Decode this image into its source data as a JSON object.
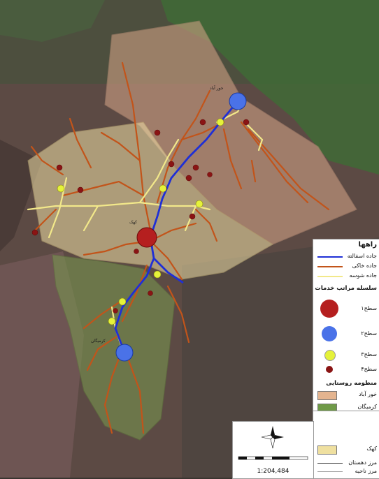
{
  "legend": {
    "roads_title": "راهها",
    "road_asphalt": "جاده اسفالته",
    "road_dirt": "جاده خاکی",
    "road_gravel": "جاده شوسه",
    "services_title": "سلسله مراتب خدمات",
    "level1": "سطح۱",
    "level2": "سطح۲",
    "level3": "سطح۳",
    "level4": "سطح۴",
    "regions_title": "منظومه روستایی",
    "region1": "خور آباد",
    "region2": "کرمیگان",
    "region3": "کهک",
    "boundary1": "مرز دهستان",
    "boundary2": "مرز ناحیه"
  },
  "scale": "1:204,484",
  "labels": {
    "north_village": "جور آباد",
    "center_village": "کهک",
    "south_village": "کرمیگان"
  },
  "colors": {
    "asphalt": "#1f2fd6",
    "dirt": "#c2541a",
    "gravel": "#f2e88a",
    "level1": "#b51f1f",
    "level2": "#4a72e8",
    "level3": "#e5f23a",
    "level4": "#8a1414",
    "region1": "#e4b48f",
    "region2": "#6f9a48",
    "region3": "#efe0a0"
  }
}
